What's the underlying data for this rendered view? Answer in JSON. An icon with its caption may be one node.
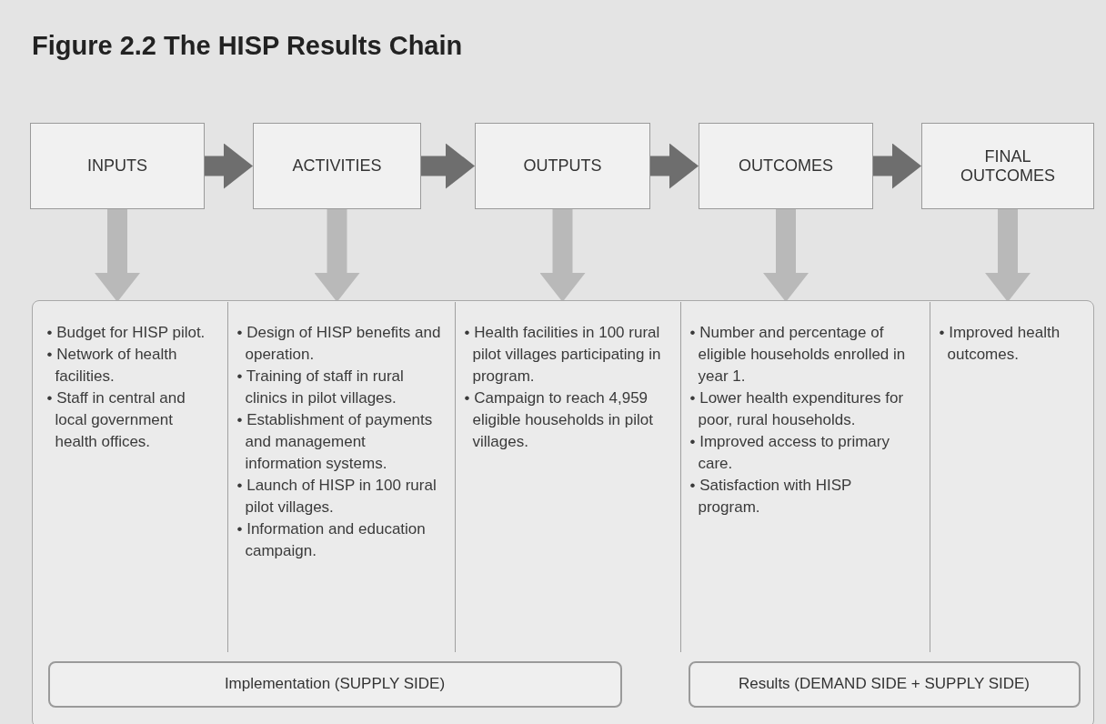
{
  "diagram": {
    "title": "Figure 2.2 The HISP Results Chain",
    "nodes": [
      {
        "text": [
          "INPUTS"
        ]
      },
      {
        "text": [
          "ACTIVITIES"
        ]
      },
      {
        "text": [
          "OUTPUTS"
        ]
      },
      {
        "text": [
          "OUTCOMES"
        ]
      },
      {
        "text": [
          "FINAL OUTCOMES"
        ]
      },
      {
        "text": [],
        "shape": "box"
      },
      {
        "text": [
          "• Budget for HISP pilot.",
          "• Network of health facilities.",
          "• Staff in central and local government health offices."
        ],
        "in": 5
      },
      {
        "text": [
          "• Design of HISP benefits and operation.",
          "• Training of staff in rural clinics in pilot villages.",
          "• Establishment of payments and management information systems.",
          "• Launch of HISP in 100 rural pilot villages.",
          "• Information and education campaign."
        ],
        "in": 5
      },
      {
        "text": [
          "• Health facilities in 100 rural pilot villages participating in program.",
          "• Campaign to reach 4,959 eligible households in pilot villages."
        ],
        "in": 5
      },
      {
        "text": [
          "• Number and percentage of eligible households enrolled in year 1.",
          "• Lower health expenditures for poor, rural households.",
          "• Improved access to primary care.",
          "• Satisfaction with HISP program."
        ],
        "in": 5
      },
      {
        "text": [
          "• Improved health outcomes."
        ],
        "in": 5
      },
      {
        "text": [
          "Implementation (SUPPLY SIDE)"
        ],
        "in": 5
      },
      {
        "text": [
          "Results (DEMAND SIDE + SUPPLY SIDE)"
        ],
        "in": 5
      }
    ],
    "edges": [
      {
        "from": 0,
        "to": 1,
        "arrow": "to",
        "color": "#6e6e6e"
      },
      {
        "from": 1,
        "to": 2,
        "arrow": "to",
        "color": "#6e6e6e"
      },
      {
        "from": 2,
        "to": 3,
        "arrow": "to",
        "color": "#6e6e6e"
      },
      {
        "from": 3,
        "to": 4,
        "arrow": "to",
        "color": "#6e6e6e"
      },
      {
        "from": 0,
        "to": 6,
        "arrow": "to"
      },
      {
        "from": 1,
        "to": 7,
        "arrow": "to"
      },
      {
        "from": 2,
        "to": 8,
        "arrow": "to"
      },
      {
        "from": 3,
        "to": 9,
        "arrow": "to"
      },
      {
        "from": 4,
        "to": 10,
        "arrow": "to"
      }
    ]
  }
}
